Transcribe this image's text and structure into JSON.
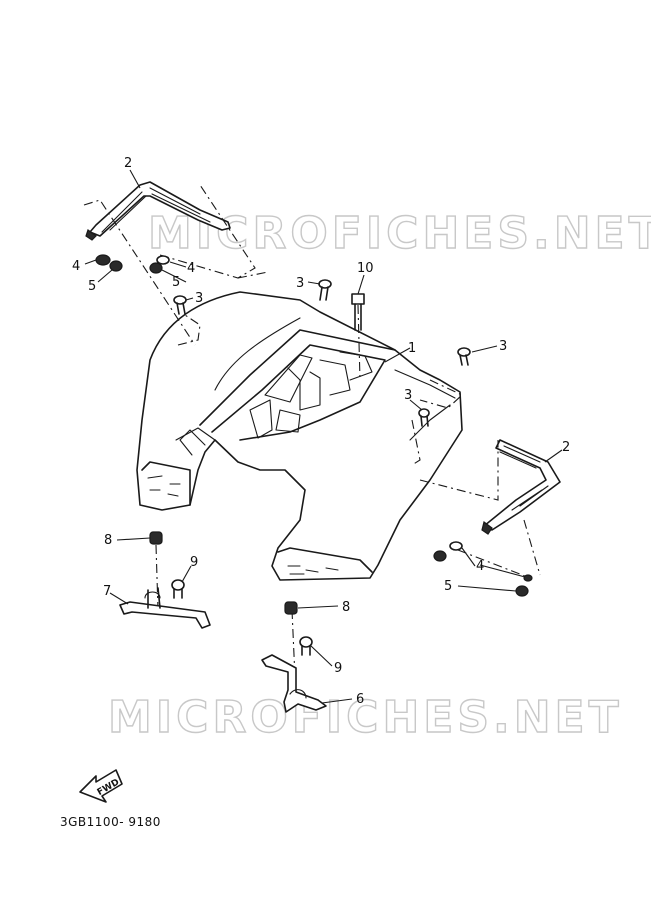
{
  "watermark": "MICROFICHES.NET",
  "diagram_code": "3GB1100- 9180",
  "fwd_label": "FWD",
  "callouts": {
    "c1": "1",
    "c2_left": "2",
    "c2_right": "2",
    "c3_top": "3",
    "c3_left": "3",
    "c3_right_top": "3",
    "c3_right_mid": "3",
    "c4_left": "4",
    "c4_mid": "4",
    "c4_right": "4",
    "c5_left": "5",
    "c5_mid": "5",
    "c5_right": "5",
    "c6": "6",
    "c7": "7",
    "c8_left": "8",
    "c8_mid": "8",
    "c9_left": "9",
    "c9_mid": "9",
    "c10": "10"
  }
}
